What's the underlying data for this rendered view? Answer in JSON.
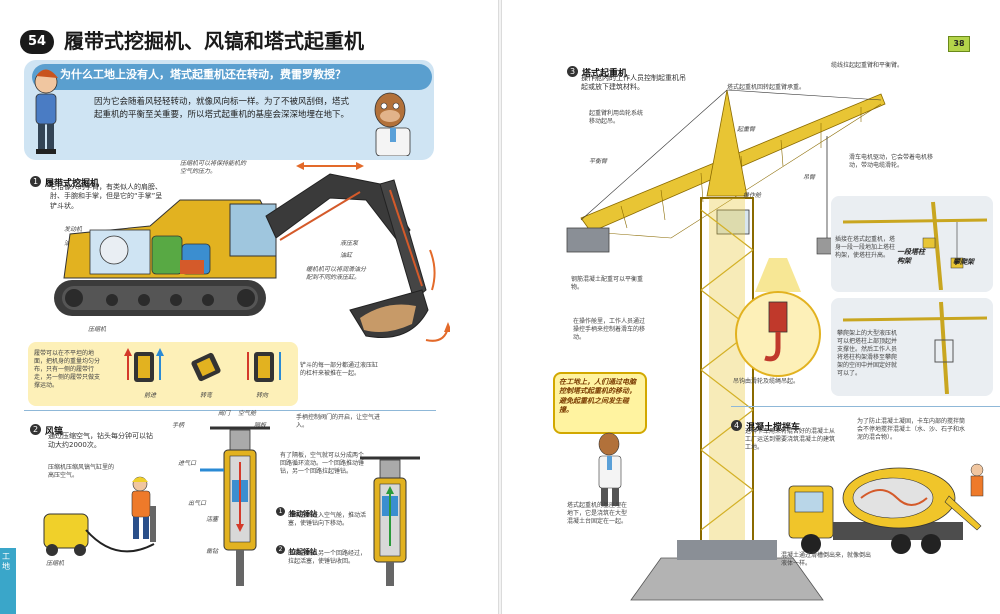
{
  "left": {
    "page_number": "54",
    "title": "履带式挖掘机、风镐和塔式起重机",
    "question": "为什么工地上没有人，塔式起重机还在转动，费雷罗教授？",
    "answer": "因为它会随着风轻轻转动，就像风向标一样。为了不被风刮倒，塔式起重机的平衡至关重要，所以塔式起重机的基座会深深地埋在地下。",
    "excavator": {
      "section_number": "1",
      "heading": "履带式挖掘机",
      "description": "它恰像人的手臂，有类似人的肩膀、肘、手腕和手掌，但是它的“手掌”呈铲斗状。",
      "labels": {
        "engine": "发动机",
        "fuel": "油箱",
        "compressor_top": "压缩机可以将保持能机的空气的压力。",
        "compressor": "压缩机",
        "hydraulic_pump": "液压泵",
        "oil_cylinder": "油缸",
        "hydraulic_oil": "缓机机可以将润滑油分配到不同的液压缸。",
        "track_note": "履带可以在不平坦的地面，把机身的重量均匀分布，只有一侧的履带行走，另一侧的履带只做支撑运动。",
        "arm_note": "铲斗的每一部分都通过液压缸的杠杆来被推在一起。",
        "forward": "前进",
        "turn": "转弯",
        "steer": "转向"
      }
    },
    "breaker": {
      "section_number": "2",
      "heading": "风镐",
      "description": "通过压缩空气，钻头每分钟可以钻动大约2000次。",
      "hose_note": "压缩机压缩风镐气缸里的高压空气。",
      "compressor_label": "压缩机",
      "valve_labels": {
        "handle": "手柄",
        "valve": "阀门",
        "air_chamber": "空气舱",
        "diaphragm": "隔板",
        "inlet": "进气口",
        "outlet": "出气口",
        "piston": "活塞",
        "drill": "凿钻"
      },
      "top_note": "手柄控制阀门的开启，让空气进入。",
      "mid_note": "有了隔板，空气就可以分成两个回路循环流动。一个回路推动锤钻，另一个回路拉起锤钻。",
      "step1_title": "推动锤钻",
      "step1_text": "压缩空气进入空气舱，推动活塞，使锤钻向下移动。",
      "step2_title": "拉起锤钻",
      "step2_text": "压缩空气从另一个回路经过，拉起活塞，使锤钻收回。"
    },
    "side_tab": "工地"
  },
  "right": {
    "page_number": "38",
    "crane": {
      "section_number": "3",
      "heading": "塔式起重机",
      "description": "操作舱内的工作人员控制起重机吊起或放下建筑材料。",
      "labels": {
        "counterweight_arm": "起重臂利用齿轮系统移动起吊。",
        "cable": "缆线拉起起重臂和平衡臂。",
        "slewing": "塔式起重机回转起重臂承重。",
        "tie_rod": "起重臂",
        "balance_arm": "平衡臂",
        "trolley": "吊臂",
        "motor": "滑车电机驱动，它会带着电机移动，带动电缆滑轮。",
        "cabin": "操作舱",
        "counterweight": "钢筋混凝土配重可以平衡重物。",
        "operator_note": "在操作舱里，工作人员通过操控手柄来控制着滑车的移动。",
        "hook": "吊钩"
      },
      "stage1": "插接在塔式起重机，塔身一段一段地加上塔柱构架，使塔柱升高。",
      "stage1_label": "一段塔柱构架",
      "stage2": "攀爬架上的大型液压机可以把塔柱上部顶起并支撑住。然后工作人员将塔柱构架滑移至攀爬架的空间中并固定好就可以了。",
      "stage2_label": "攀爬架",
      "hook_note": "吊钩由滑轮及缆绳吊起。",
      "speech": "在工地上，人们通过电脑控制塔式起重机的移动，避免起重机之间发生碰撞。",
      "foundation_note": "塔式起重机的基座埋在地下，它是浇筑在大型混凝土台固定在一起。"
    },
    "mixer": {
      "section_number": "4",
      "heading": "混凝土搅拌车",
      "description": "这种卡车用来将混合好的混凝土从工厂运送到需要浇筑混凝土的建筑工地。",
      "note": "为了防止混凝土凝固，卡车内部的搅拌筒会不停地搅拌混凝土（水、沙、石子和水泥的混合物）。",
      "chute_note": "混凝土通过滑槽倒出来，就像倒出液体一样。"
    }
  },
  "colors": {
    "blue_band": "#cfe4f3",
    "pill_blue": "#5a9fcf",
    "crane_yellow": "#e8c534",
    "excavator_yellow": "#e2b220",
    "green_tab": "#b4d44a",
    "cyan_tab": "#3aa6c9"
  }
}
